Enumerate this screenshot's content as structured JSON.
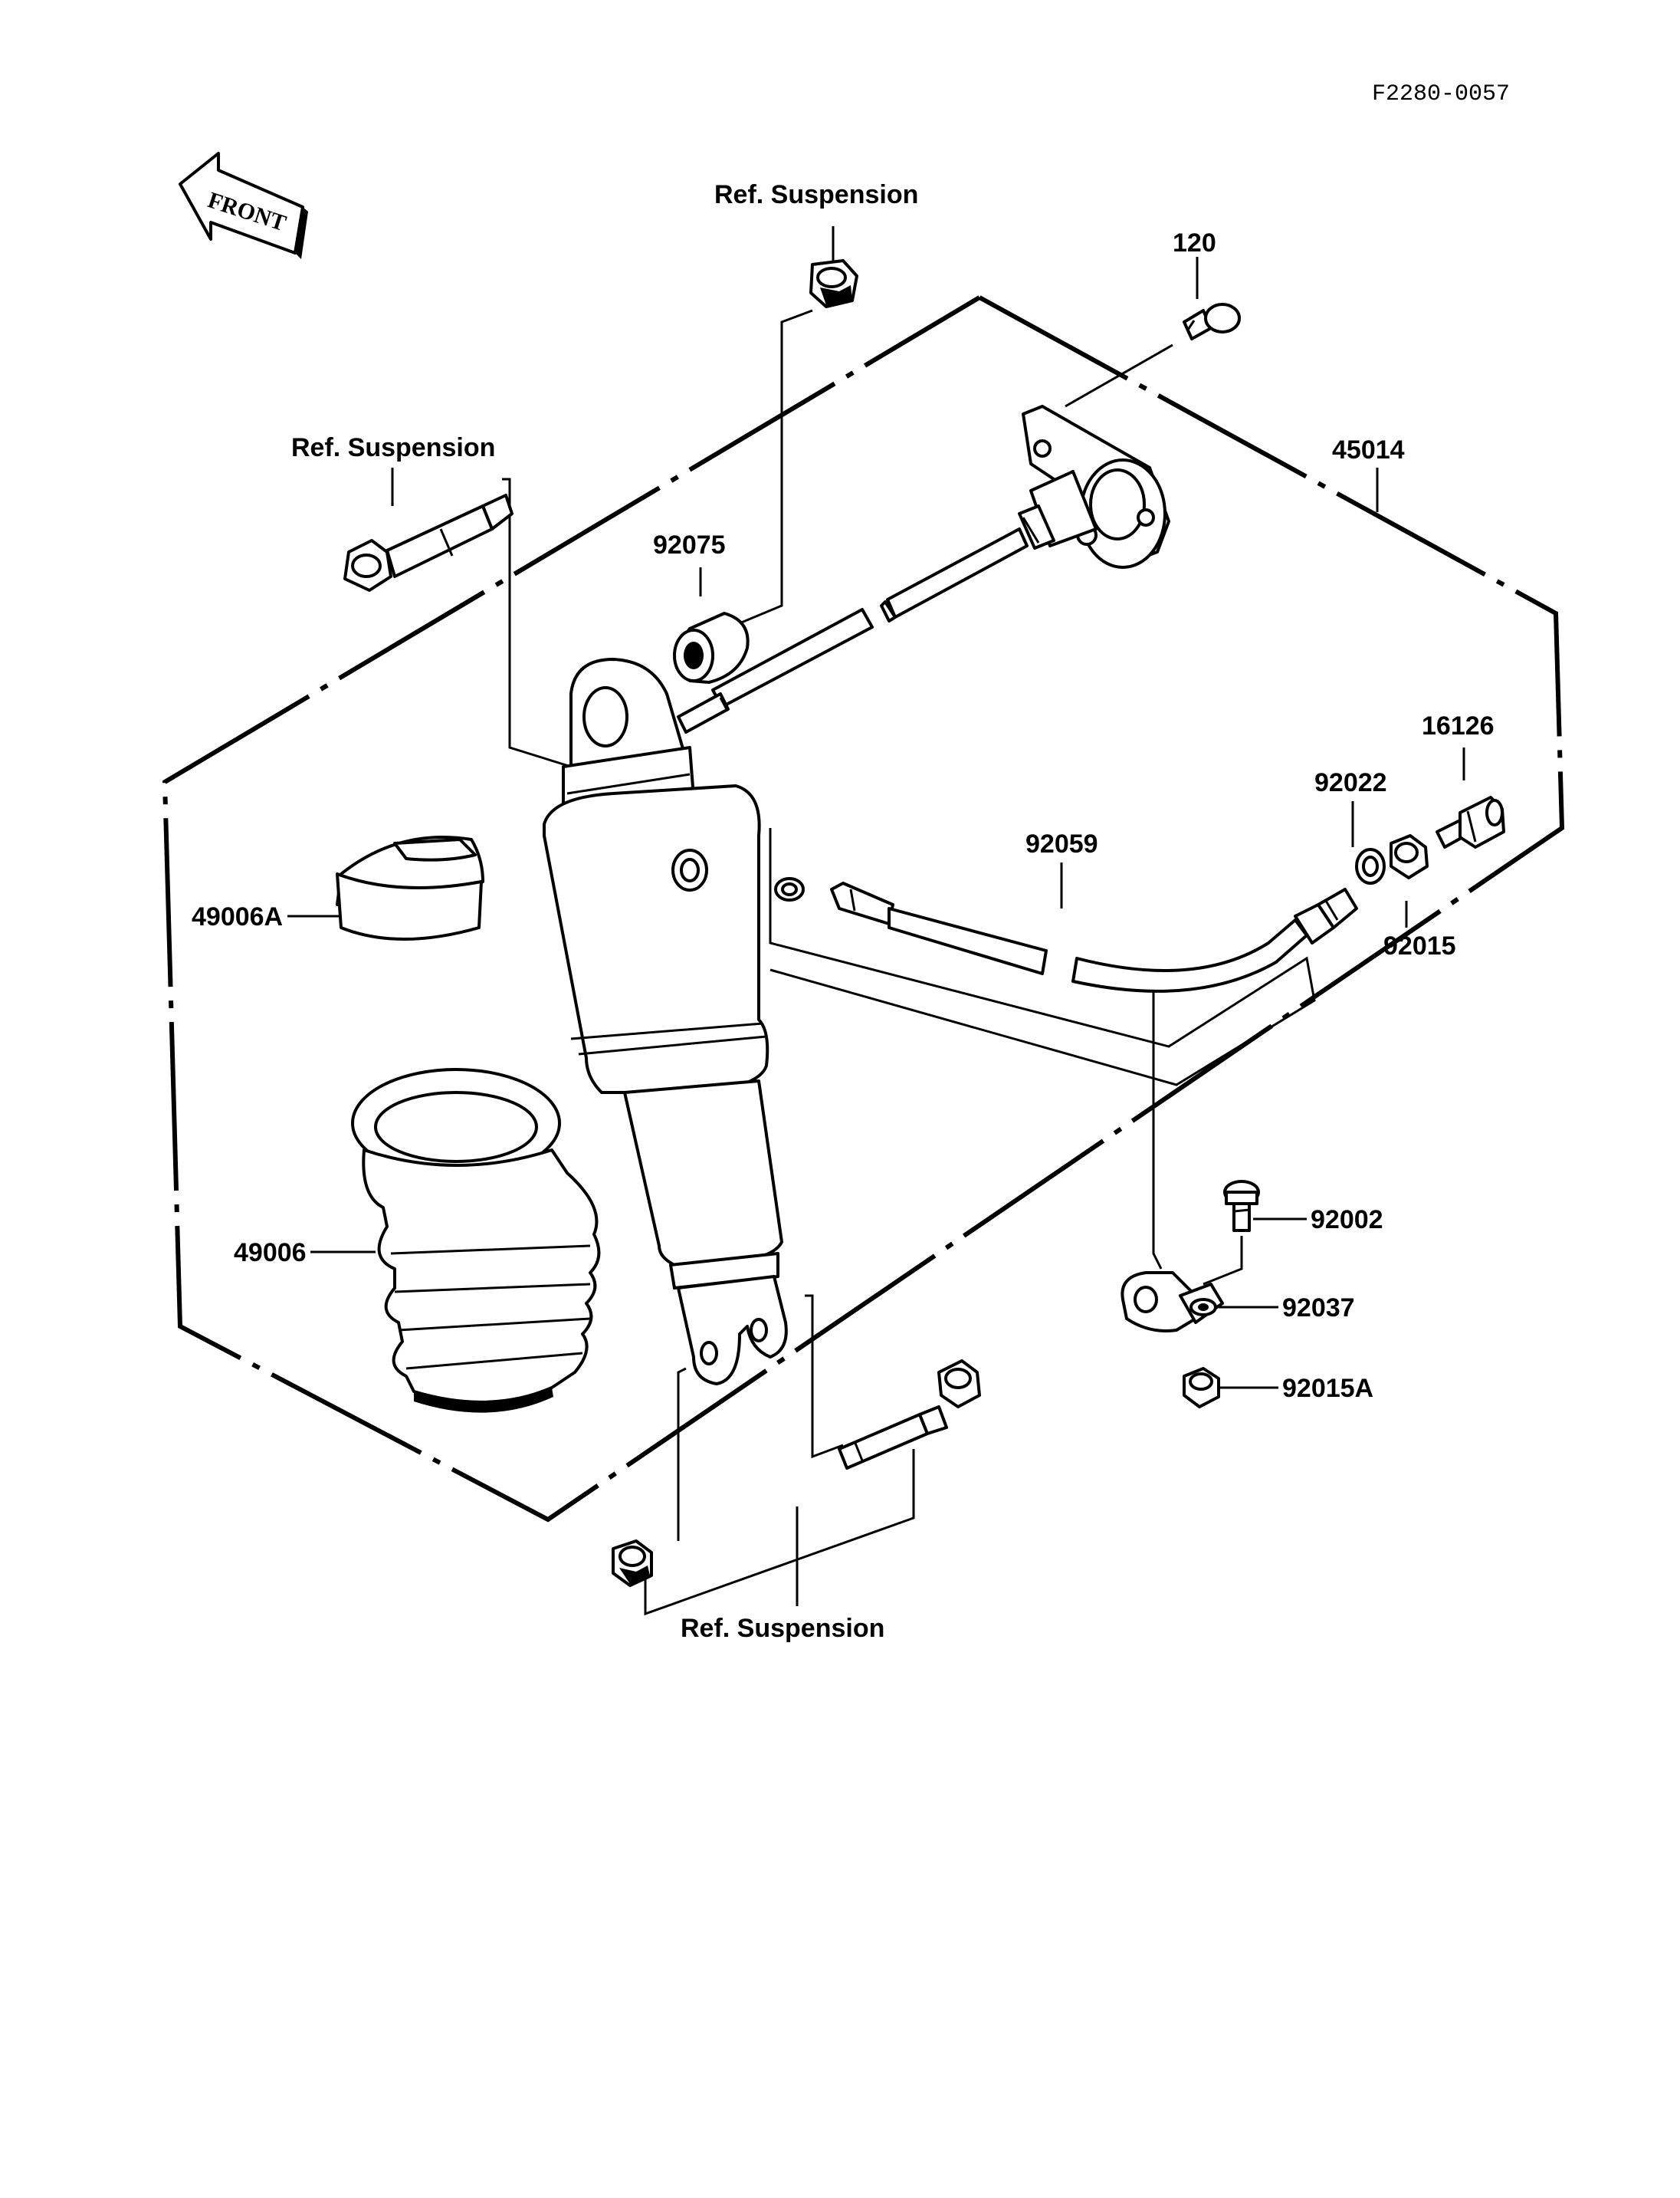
{
  "figure_code": "F2280-0057",
  "front_label": "FRONT",
  "labels": {
    "ref_suspension_top": "Ref. Suspension",
    "ref_suspension_left": "Ref. Suspension",
    "ref_suspension_bottom": "Ref. Suspension",
    "p120": "120",
    "p45014": "45014",
    "p92075": "92075",
    "p16126": "16126",
    "p92022": "92022",
    "p92059": "92059",
    "p92015": "92015",
    "p49006A": "49006A",
    "p49006": "49006",
    "p92002": "92002",
    "p92037": "92037",
    "p92015A": "92015A"
  }
}
